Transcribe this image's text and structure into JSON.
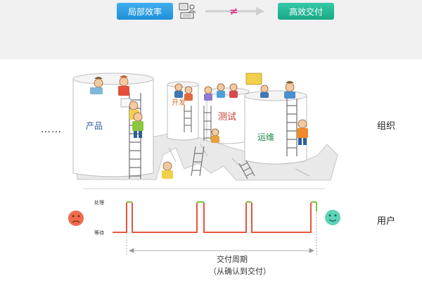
{
  "header": {
    "left_pill": "局部效率",
    "right_pill": "高效交付",
    "not_equal": "≠"
  },
  "labels": {
    "ellipsis": "……",
    "organization": "组织",
    "user": "用户",
    "product": "产品",
    "dev": "开发",
    "test": "测试",
    "ops": "运维",
    "processing": "处理",
    "waiting": "等待",
    "cycle_title": "交付周期",
    "cycle_sub": "（从确认到交付）"
  },
  "colors": {
    "pill_blue": "#2a9be0",
    "pill_green": "#22b893",
    "not_equal": "#e23a8c",
    "wait_line": "#e8543e",
    "process_line": "#7cc24a",
    "sad_face": "#ee6c4d",
    "happy_face": "#5fd3b5"
  },
  "icons": {
    "center": "laptop-user-icon",
    "left_face": "sad-face-icon",
    "right_face": "happy-face-icon"
  }
}
